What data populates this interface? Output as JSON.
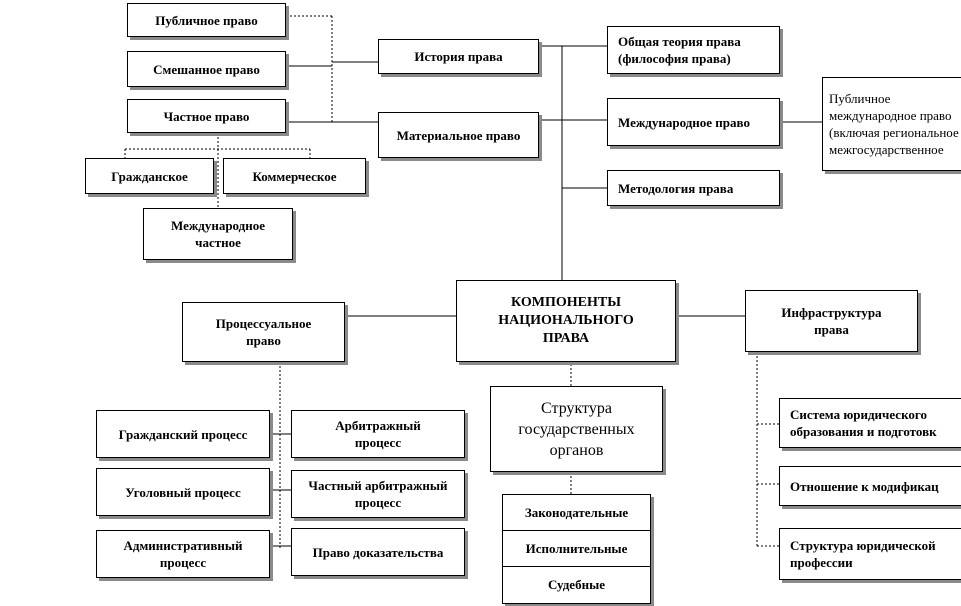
{
  "diagram": {
    "center": "КОМПОНЕНТЫ НАЦИОНАЛЬНОГО ПРАВА",
    "top_left": {
      "public_law": "Публичное право",
      "mixed_law": "Смешанное право",
      "private_law": "Частное право",
      "civil": "Гражданское",
      "commercial": "Коммерческое",
      "international_private": "Международное частное"
    },
    "middle": {
      "history_of_law": "История права",
      "material_law": "Материальное право"
    },
    "right_top": {
      "general_theory": "Общая теория права (философия права)",
      "international_law": "Международное право",
      "public_international": "Публичное международное право (включая региональное межгосударственное",
      "methodology": "Методология права"
    },
    "procedural": {
      "title": "Процессуальное право",
      "civil_process": "Гражданский процесс",
      "criminal_process": "Уголовный процесс",
      "administrative_process": "Административный процесс",
      "arbitration_process": "Арбитражный процесс",
      "private_arbitration": "Частный арбитражный процесс",
      "law_of_evidence": "Право доказательства"
    },
    "state_bodies": {
      "title": "Структура государственных органов",
      "legislative": "Законодательные",
      "executive": "Исполнительные",
      "judicial": "Судебные"
    },
    "infrastructure": {
      "title": "Инфраструктура права",
      "education": "Система юридического образования и подготовк",
      "attitude": "Отношение к модификац",
      "profession": "Структура юридической профессии"
    }
  }
}
